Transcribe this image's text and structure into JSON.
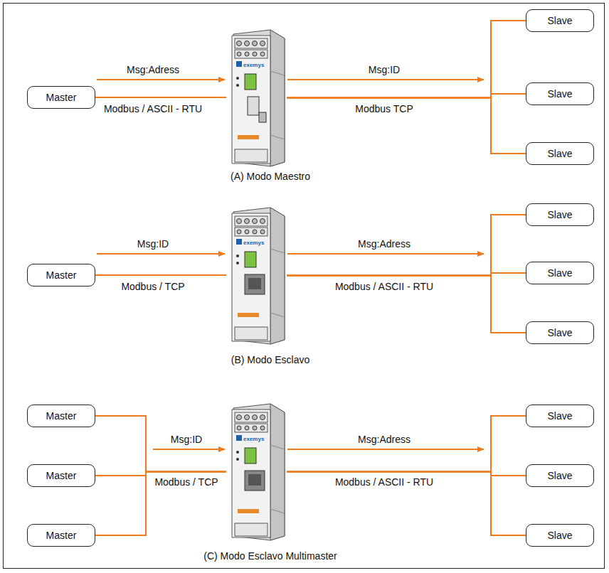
{
  "diagram": {
    "nodes": [
      {
        "text": [
          "Master"
        ]
      },
      {
        "text": [
          "exemys"
        ]
      },
      {
        "text": [
          "Slave"
        ]
      },
      {
        "text": [
          "Slave"
        ]
      },
      {
        "text": [
          "Slave"
        ]
      },
      {
        "text": [
          "Master"
        ]
      },
      {
        "text": [
          "exemys"
        ]
      },
      {
        "text": [
          "Slave"
        ]
      },
      {
        "text": [
          "Slave"
        ]
      },
      {
        "text": [
          "Slave"
        ]
      },
      {
        "text": [
          "Master"
        ]
      },
      {
        "text": [
          "Master"
        ]
      },
      {
        "text": [
          "Master"
        ]
      },
      {
        "text": [
          "exemys"
        ]
      },
      {
        "text": [
          "Slave"
        ]
      },
      {
        "text": [
          "Slave"
        ]
      },
      {
        "text": [
          "Slave"
        ]
      }
    ],
    "edges": [
      {
        "from": 0,
        "to": 1,
        "arrow": "none"
      },
      {
        "from": 1,
        "to": 2,
        "arrow": "none"
      },
      {
        "from": 1,
        "to": 3,
        "arrow": "none"
      },
      {
        "from": 1,
        "to": 4,
        "arrow": "none"
      },
      {
        "from": 5,
        "to": 6,
        "arrow": "none"
      },
      {
        "from": 6,
        "to": 7,
        "arrow": "none"
      },
      {
        "from": 6,
        "to": 8,
        "arrow": "none"
      },
      {
        "from": 6,
        "to": 9,
        "arrow": "none"
      },
      {
        "from": 10,
        "to": 13,
        "arrow": "none"
      },
      {
        "from": 11,
        "to": 13,
        "arrow": "none"
      },
      {
        "from": 12,
        "to": 13,
        "arrow": "none"
      },
      {
        "from": 13,
        "to": 14,
        "arrow": "none"
      },
      {
        "from": 13,
        "to": 15,
        "arrow": "none"
      },
      {
        "from": 13,
        "to": 16,
        "arrow": "none"
      }
    ],
    "labels": [
      "Msg:Adress",
      "Modbus / ASCII - RTU",
      "Msg:ID",
      "Modbus TCP",
      "(A) Modo Maestro",
      "Msg:ID",
      "Modbus / TCP",
      "Msg:Adress",
      "Modbus / ASCII - RTU",
      "(B) Modo Esclavo",
      "Msg:ID",
      "Modbus / TCP",
      "Msg:Adress",
      "Modbus / ASCII - RTU",
      "(C) Modo Esclavo Multimaster"
    ]
  }
}
